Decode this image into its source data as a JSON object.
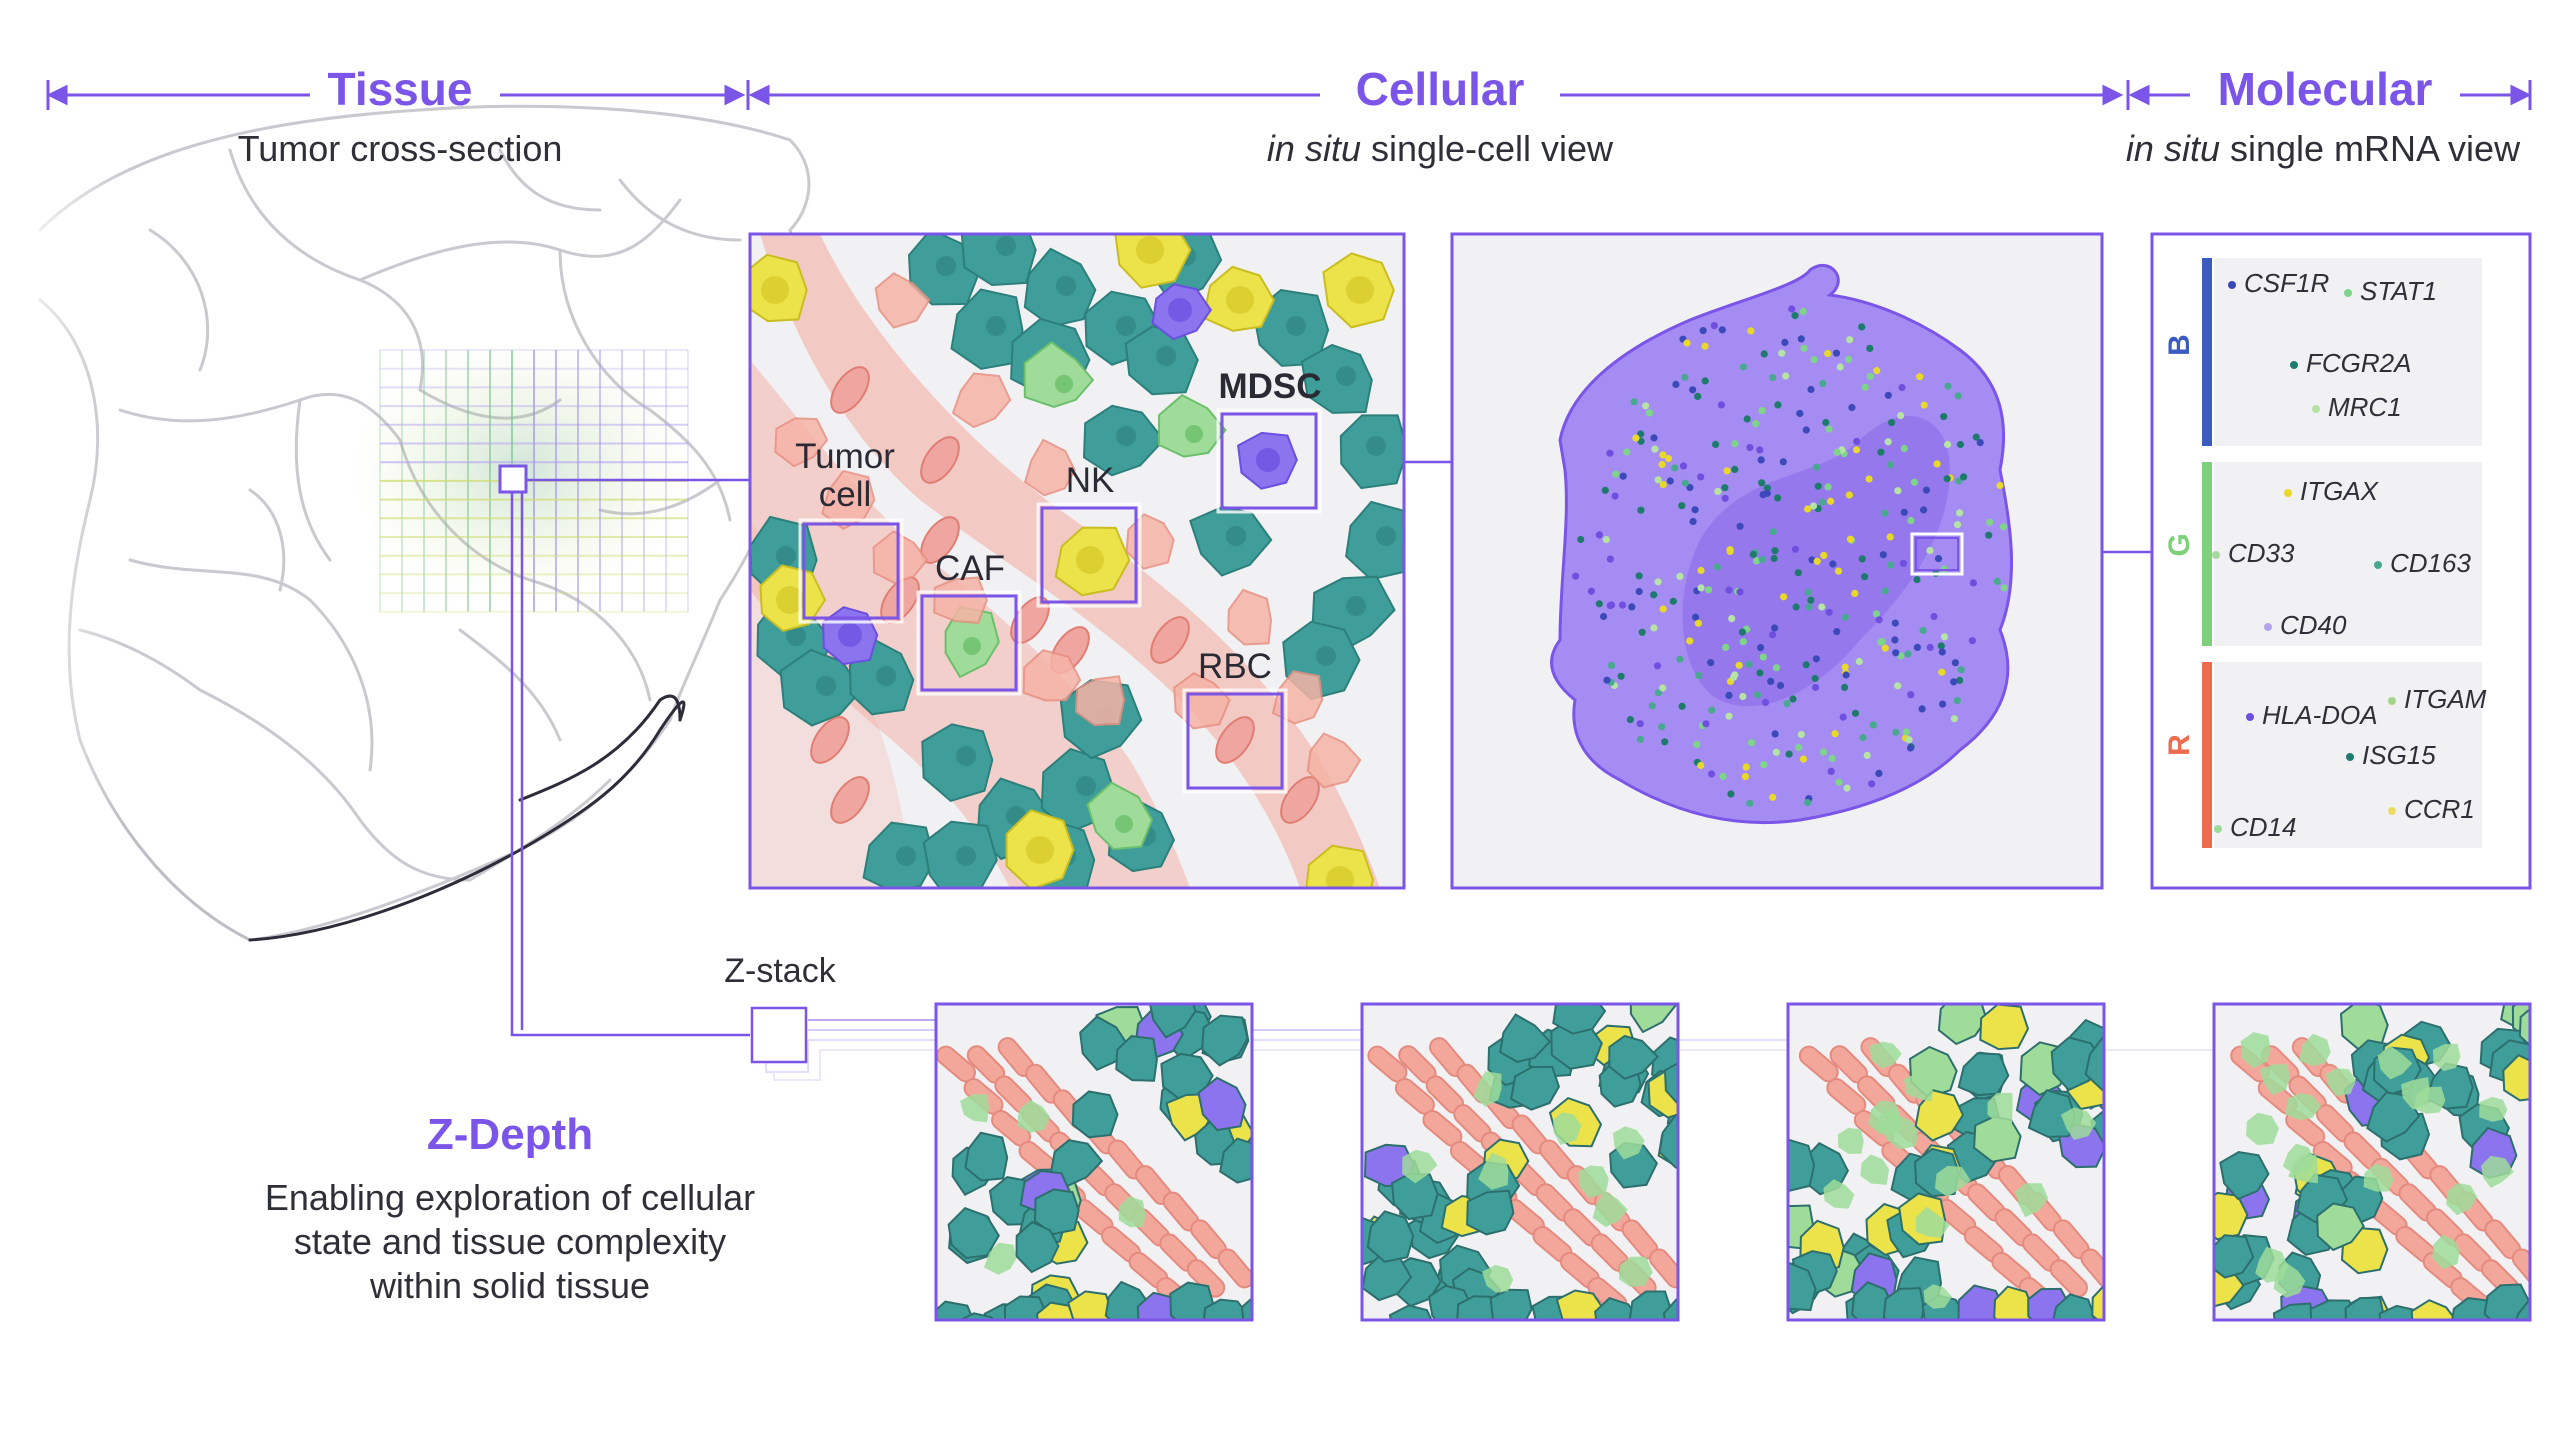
{
  "header": {
    "tissue": {
      "title": "Tissue",
      "subtitle": "Tumor cross-section"
    },
    "cellular": {
      "title": "Cellular",
      "subtitle_italic": "in situ",
      "subtitle_rest": " single-cell view"
    },
    "molecular": {
      "title": "Molecular",
      "subtitle_italic": "in situ",
      "subtitle_rest": " single mRNA view"
    }
  },
  "cell_labels": {
    "tumor": "Tumor\ncell",
    "caf": "CAF",
    "nk": "NK",
    "mdsc": "MDSC",
    "rbc": "RBC"
  },
  "channels": [
    {
      "name": "B",
      "color": "#3b5bc0",
      "genes": [
        {
          "name": "CSF1R",
          "dot": "#3b4ab8"
        },
        {
          "name": "STAT1",
          "dot": "#7ed58a"
        },
        {
          "name": "FCGR2A",
          "dot": "#1f7a6e"
        },
        {
          "name": "MRC1",
          "dot": "#b5e3a5"
        }
      ]
    },
    {
      "name": "G",
      "color": "#7fd07a",
      "genes": [
        {
          "name": "ITGAX",
          "dot": "#e8d82a"
        },
        {
          "name": "CD33",
          "dot": "#a7d8a0"
        },
        {
          "name": "CD163",
          "dot": "#49a890"
        },
        {
          "name": "CD40",
          "dot": "#b4a2ee"
        }
      ]
    },
    {
      "name": "R",
      "color": "#ee6b4f",
      "genes": [
        {
          "name": "HLA-DOA",
          "dot": "#6e4fe0"
        },
        {
          "name": "ITGAM",
          "dot": "#a4d68a"
        },
        {
          "name": "ISG15",
          "dot": "#1f7a6e"
        },
        {
          "name": "CCR1",
          "dot": "#eddc62"
        },
        {
          "name": "CD14",
          "dot": "#9ed89a"
        }
      ]
    }
  ],
  "zstack": {
    "label": "Z-stack"
  },
  "zdepth": {
    "title": "Z-Depth",
    "lines": [
      "Enabling exploration of cellular",
      "state and tissue complexity",
      "within solid tissue"
    ]
  },
  "colors": {
    "accent": "#7a55e8",
    "teal_cell": "#3f9e9a",
    "yellow_cell": "#ece34a",
    "green_cell": "#9fdc9a",
    "purple_cell": "#8b74ee",
    "vessel": "#f3a79b",
    "rbc": "#f0a6a0"
  }
}
